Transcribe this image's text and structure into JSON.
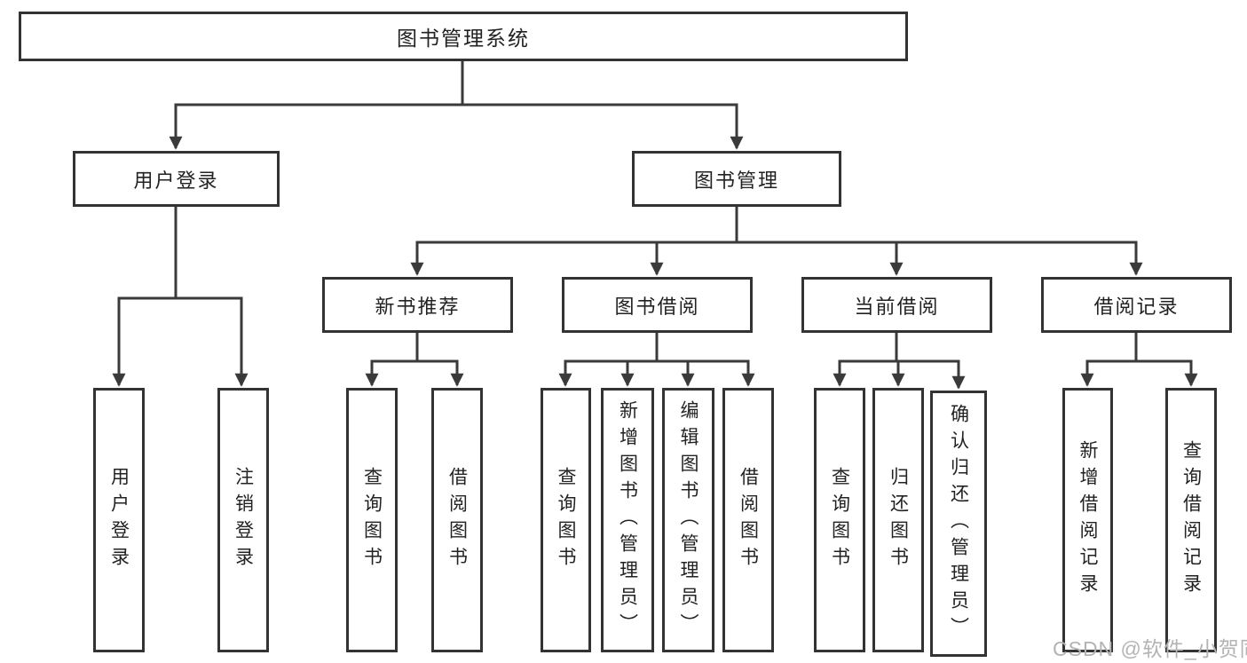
{
  "diagram": {
    "title": "图书管理系统",
    "branches": [
      {
        "label": "用户登录",
        "children": [
          {
            "label": "用户登录"
          },
          {
            "label": "注销登录"
          }
        ]
      },
      {
        "label": "图书管理",
        "children": [
          {
            "label": "新书推荐",
            "children": [
              {
                "label": "查询图书"
              },
              {
                "label": "借阅图书"
              }
            ]
          },
          {
            "label": "图书借阅",
            "children": [
              {
                "label": "查询图书"
              },
              {
                "label": "新增图书（管理员）"
              },
              {
                "label": "编辑图书（管理员）"
              },
              {
                "label": "借阅图书"
              }
            ]
          },
          {
            "label": "当前借阅",
            "children": [
              {
                "label": "查询图书"
              },
              {
                "label": "归还图书"
              },
              {
                "label": "确认归还（管理员）"
              }
            ]
          },
          {
            "label": "借阅记录",
            "children": [
              {
                "label": "新增借阅记录"
              },
              {
                "label": "查询借阅记录"
              }
            ]
          }
        ]
      }
    ]
  },
  "watermark": "CSDN @软件_小贺同学",
  "colors": {
    "line": "#3a3a3a",
    "box_border": "#333333",
    "text": "#222222",
    "watermark": "#b3b3b3",
    "background": "#ffffff"
  }
}
